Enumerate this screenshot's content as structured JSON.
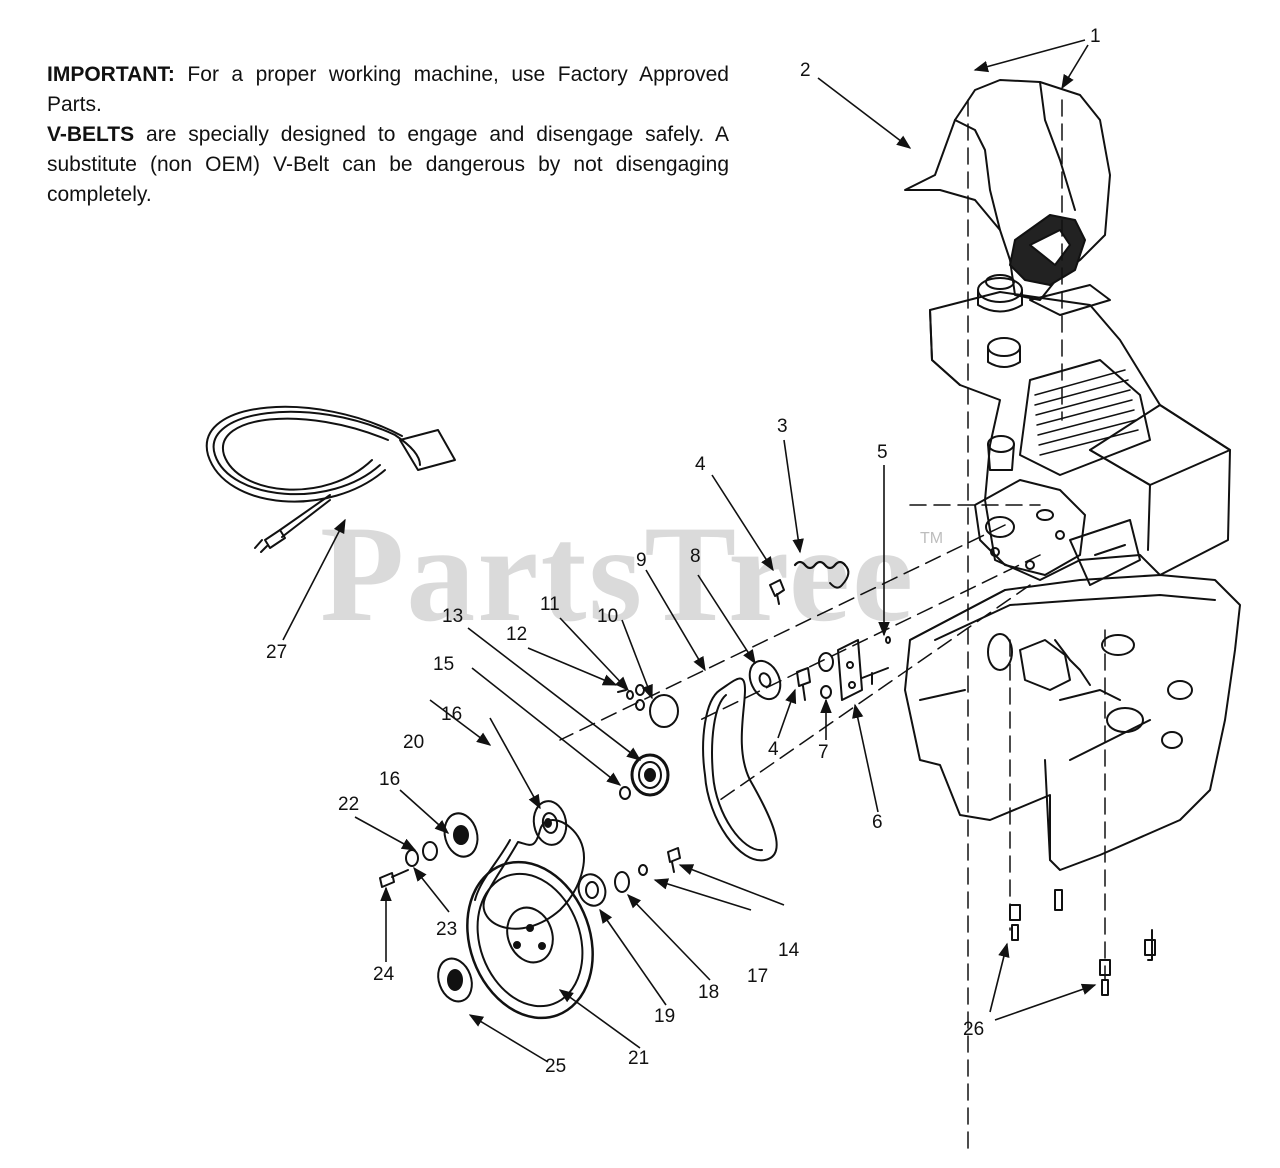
{
  "notice": {
    "important_label": "IMPORTANT:",
    "important_text": " For a proper working machine, use Factory Approved Parts.",
    "vbelts_label": "V-BELTS",
    "vbelts_text": " are specially designed to engage and disengage safely. A substitute (non OEM) V-Belt can be dangerous by not disengaging completely."
  },
  "watermark": {
    "text": "PartsTree",
    "tm": "TM"
  },
  "callouts": [
    "1",
    "2",
    "3",
    "4",
    "5",
    "6",
    "7",
    "8",
    "9",
    "10",
    "11",
    "12",
    "13",
    "14",
    "15",
    "16",
    "17",
    "18",
    "19",
    "20",
    "21",
    "22",
    "23",
    "24",
    "25",
    "26",
    "27"
  ],
  "callout_labels": [
    {
      "id": "1",
      "text": "1"
    },
    {
      "id": "2",
      "text": "2"
    },
    {
      "id": "3",
      "text": "3"
    },
    {
      "id": "4a",
      "text": "4"
    },
    {
      "id": "4b",
      "text": "4"
    },
    {
      "id": "5",
      "text": "5"
    },
    {
      "id": "6",
      "text": "6"
    },
    {
      "id": "7",
      "text": "7"
    },
    {
      "id": "8",
      "text": "8"
    },
    {
      "id": "9",
      "text": "9"
    },
    {
      "id": "10",
      "text": "10"
    },
    {
      "id": "11",
      "text": "11"
    },
    {
      "id": "12",
      "text": "12"
    },
    {
      "id": "13",
      "text": "13"
    },
    {
      "id": "14",
      "text": "14"
    },
    {
      "id": "15",
      "text": "15"
    },
    {
      "id": "16a",
      "text": "16"
    },
    {
      "id": "16b",
      "text": "16"
    },
    {
      "id": "17",
      "text": "17"
    },
    {
      "id": "18",
      "text": "18"
    },
    {
      "id": "19",
      "text": "19"
    },
    {
      "id": "20",
      "text": "20"
    },
    {
      "id": "21",
      "text": "21"
    },
    {
      "id": "22",
      "text": "22"
    },
    {
      "id": "23",
      "text": "23"
    },
    {
      "id": "24",
      "text": "24"
    },
    {
      "id": "25",
      "text": "25"
    },
    {
      "id": "26",
      "text": "26"
    },
    {
      "id": "27",
      "text": "27"
    }
  ],
  "colors": {
    "ink": "#111111",
    "background": "#ffffff",
    "watermark": "#bdbdbd"
  }
}
